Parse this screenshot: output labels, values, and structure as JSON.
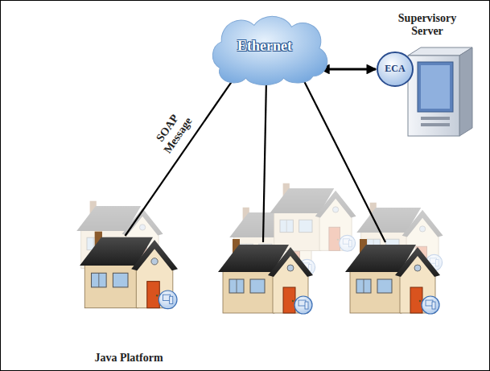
{
  "diagram": {
    "nodes": [
      {
        "text": [
          "Supervisory Server"
        ]
      },
      {
        "text": [
          "ECA"
        ],
        "in": 0
      },
      {
        "text": [
          "Ethernet"
        ]
      },
      {
        "text": [
          "Java Platform"
        ]
      }
    ],
    "edges": [
      {
        "from": 2,
        "to": 1,
        "arrow": "both"
      },
      {
        "from": 2,
        "to": 3,
        "label": "SOAP Message",
        "arrow": "none"
      }
    ]
  }
}
